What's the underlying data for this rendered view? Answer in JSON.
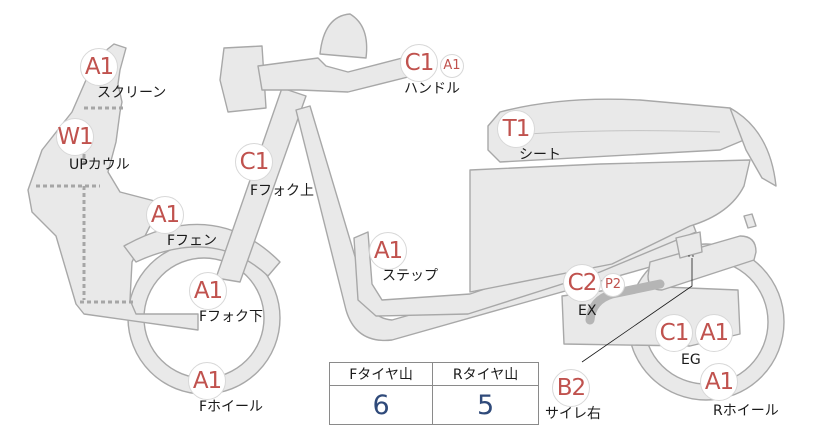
{
  "grades": {
    "screen": "A1",
    "handle_1": "C1",
    "handle_2": "A1",
    "up_cowl": "W1",
    "seat": "T1",
    "f_fork_upper": "C1",
    "f_fender": "A1",
    "step": "A1",
    "f_fork_lower": "A1",
    "ex_1": "C2",
    "ex_2": "P2",
    "eg_1": "C1",
    "eg_2": "A1",
    "f_wheel": "A1",
    "muffler_right": "B2",
    "r_wheel": "A1"
  },
  "parts": {
    "screen": "スクリーン",
    "handle": "ハンドル",
    "up_cowl": "UPカウル",
    "seat": "シート",
    "f_fork_upper": "Fフォク上",
    "f_fender": "Fフェン",
    "step": "ステップ",
    "f_fork_lower": "Fフォク下",
    "ex": "EX",
    "eg": "EG",
    "f_wheel": "Fホイール",
    "muffler_right": "サイレ右",
    "r_wheel": "Rホイール"
  },
  "tread": {
    "headers": [
      "Fタイヤ山",
      "Rタイヤ山"
    ],
    "values": [
      "6",
      "5"
    ]
  },
  "colors": {
    "grade_text": "#c0524e",
    "tread_value": "#2f4a7a",
    "body_fill": "#e9e9e9",
    "body_stroke": "#a8a8a8"
  }
}
